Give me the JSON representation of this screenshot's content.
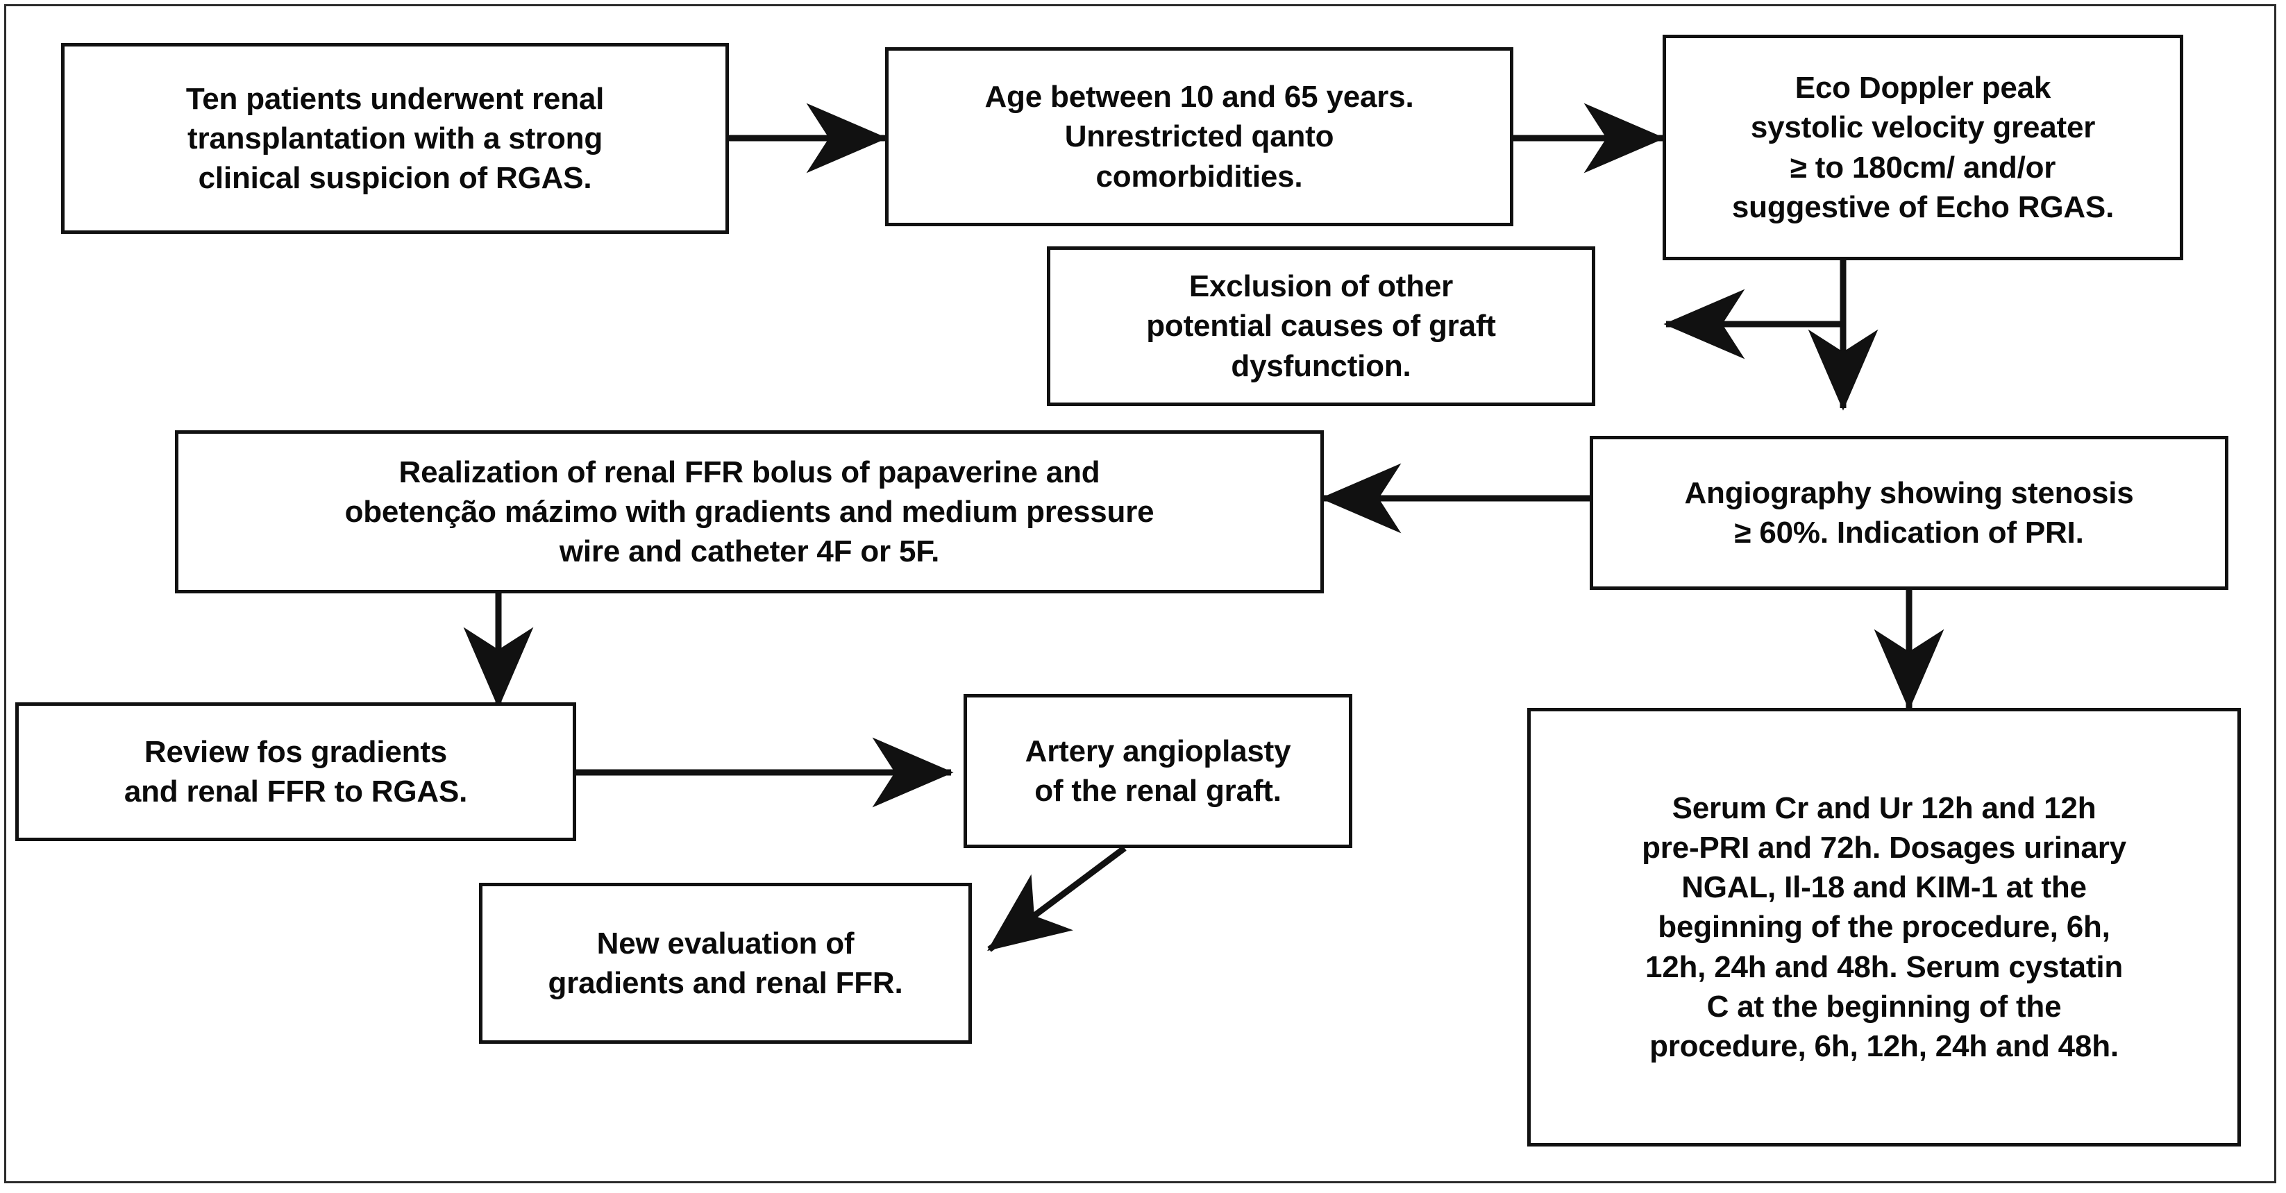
{
  "figure": {
    "type": "flowchart",
    "title": "",
    "orientation": "left-to-right, top-to-bottom",
    "frame": {
      "border_color": "#2b2b2b",
      "background": "#ffffff"
    },
    "node_style": {
      "border_color": "#111111",
      "text_color": "#0b0b0b",
      "fill": "#ffffff"
    }
  },
  "nodes": {
    "patients": "Ten patients underwent renal\ntransplantation with a strong\nclinical suspicion of RGAS.",
    "age": "Age between 10 and 65 years.\nUnrestricted qanto\ncomorbidities.",
    "eco_doppler": "Eco Doppler peak\nsystolic velocity greater\n≥ to 180cm/ and/or\nsuggestive of Echo RGAS.",
    "exclusion": "Exclusion of other\npotential causes of graft\ndysfunction.",
    "angiography": "Angiography showing stenosis\n≥ 60%. Indication of PRI.",
    "ffr_realization": "Realization of renal FFR bolus of papaverine and\nobetenção mázimo with gradients and medium pressure\nwire and catheter 4F or 5F.",
    "review_gradients": "Review fos gradients\nand renal FFR to RGAS.",
    "angioplasty": "Artery angioplasty\nof the renal graft.",
    "new_evaluation": "New evaluation of\ngradients and renal FFR.",
    "serum_labs": "Serum Cr and Ur 12h and 12h\npre-PRI and 72h. Dosages urinary\nNGAL, Il-18 and KIM-1 at the\nbeginning of the procedure, 6h,\n12h, 24h and 48h. Serum cystatin\nC at the beginning of the\nprocedure, 6h, 12h, 24h and 48h."
  },
  "edges": [
    {
      "id": "e1",
      "from": "patients",
      "to": "age",
      "direction": "right"
    },
    {
      "id": "e2",
      "from": "age",
      "to": "eco_doppler",
      "direction": "right"
    },
    {
      "id": "e3",
      "from": "eco_doppler",
      "to": "exclusion",
      "direction": "left-branch"
    },
    {
      "id": "e4",
      "from": "eco_doppler",
      "to": "angiography",
      "direction": "down"
    },
    {
      "id": "e5",
      "from": "angiography",
      "to": "ffr_realization",
      "direction": "left"
    },
    {
      "id": "e6",
      "from": "angiography",
      "to": "serum_labs",
      "direction": "down"
    },
    {
      "id": "e7",
      "from": "ffr_realization",
      "to": "review_gradients",
      "direction": "down"
    },
    {
      "id": "e8",
      "from": "review_gradients",
      "to": "angioplasty",
      "direction": "right"
    },
    {
      "id": "e9",
      "from": "angioplasty",
      "to": "new_evaluation",
      "direction": "diagonal-down-left"
    }
  ]
}
